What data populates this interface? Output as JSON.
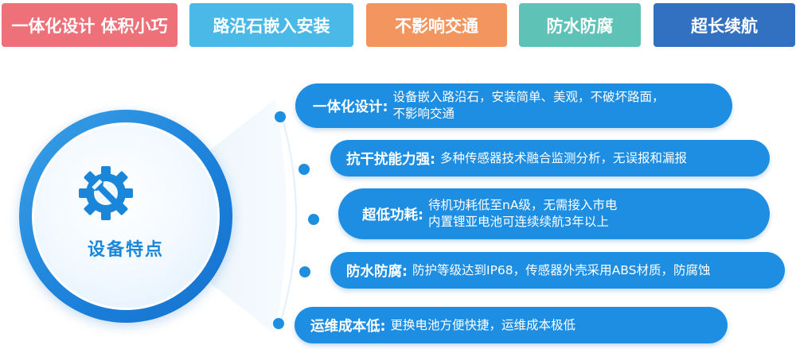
{
  "tags": [
    {
      "label": "一体化设计 体积小巧",
      "color": "#ee7078"
    },
    {
      "label": "路沿石嵌入安装",
      "color": "#4bb9e7"
    },
    {
      "label": "不影响交通",
      "color": "#f3955f"
    },
    {
      "label": "防水防腐",
      "color": "#5ec2b6"
    },
    {
      "label": "超长续航",
      "color": "#3271c2"
    }
  ],
  "center": {
    "title": "设备特点",
    "icon": "gear-wrench-icon"
  },
  "features": [
    {
      "label": "一体化设计:",
      "lines": [
        "设备嵌入路沿石，安装简单、美观，不破坏路面，",
        "不影响交通"
      ]
    },
    {
      "label": "抗干扰能力强:",
      "lines": [
        "多种传感器技术融合监测分析，无误报和漏报"
      ]
    },
    {
      "label": "超低功耗:",
      "lines": [
        "待机功耗低至nA级，无需接入市电",
        "内置锂亚电池可连续续航3年以上"
      ]
    },
    {
      "label": "防水防腐:",
      "lines": [
        "防护等级达到IP68，传感器外壳采用ABS材质，防腐蚀"
      ]
    },
    {
      "label": "运维成本低:",
      "lines": [
        "更换电池方便快捷，运维成本极低"
      ]
    }
  ],
  "colors": {
    "accent": "#1e8ee2",
    "center_text": "#1a86d9"
  }
}
